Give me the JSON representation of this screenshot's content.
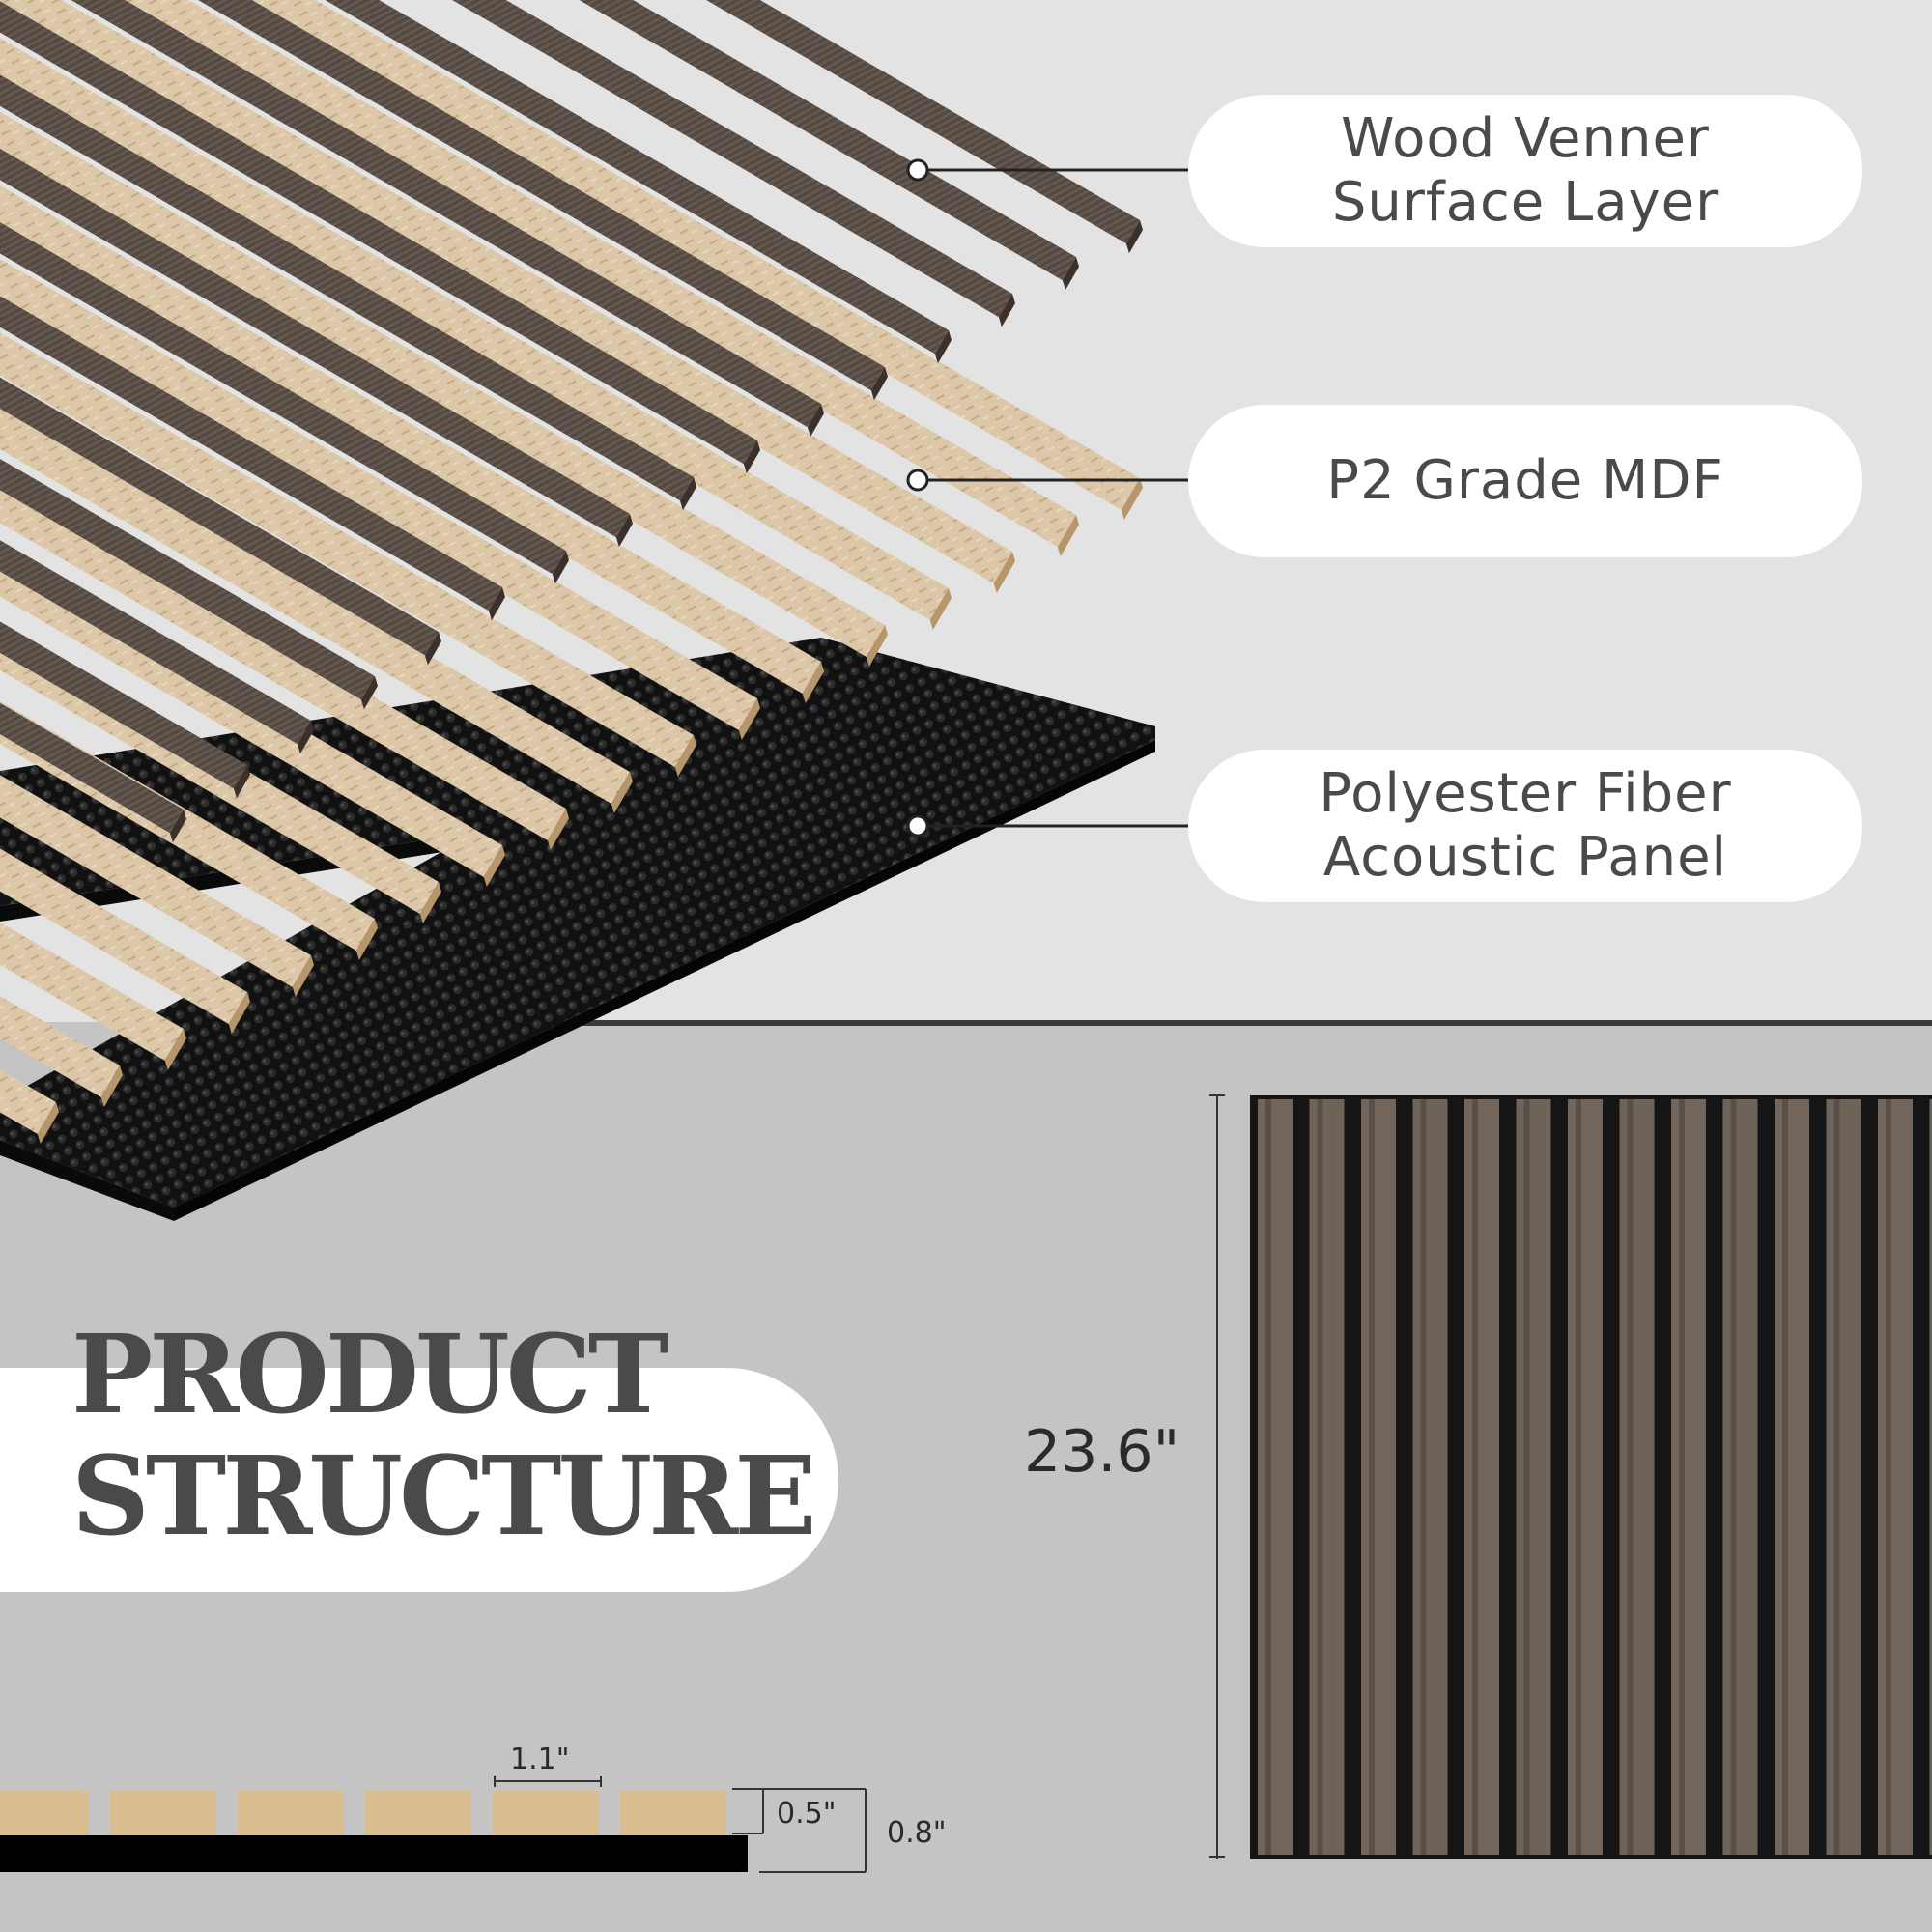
{
  "layers": [
    {
      "id": "wood-veneer",
      "label_lines": [
        "Wood Venner",
        "Surface Layer"
      ]
    },
    {
      "id": "mdf",
      "label_lines": [
        "P2 Grade MDF"
      ]
    },
    {
      "id": "polyester",
      "label_lines": [
        "Polyester Fiber",
        "Acoustic Panel"
      ]
    }
  ],
  "title": {
    "line1": "PRODUCT",
    "line2": "STRUCTURE"
  },
  "dimensions": {
    "height": "23.6\"",
    "slat_width": "1.1\"",
    "slat_thickness": "0.5\"",
    "total_thickness": "0.8\""
  },
  "colors": {
    "top_background": "#e3e3e3",
    "bottom_background": "#c4c4c4",
    "veneer": "#5a4e45",
    "mdf": "#d9c4a6",
    "felt": "#151515",
    "text": "#4a4a4a"
  }
}
